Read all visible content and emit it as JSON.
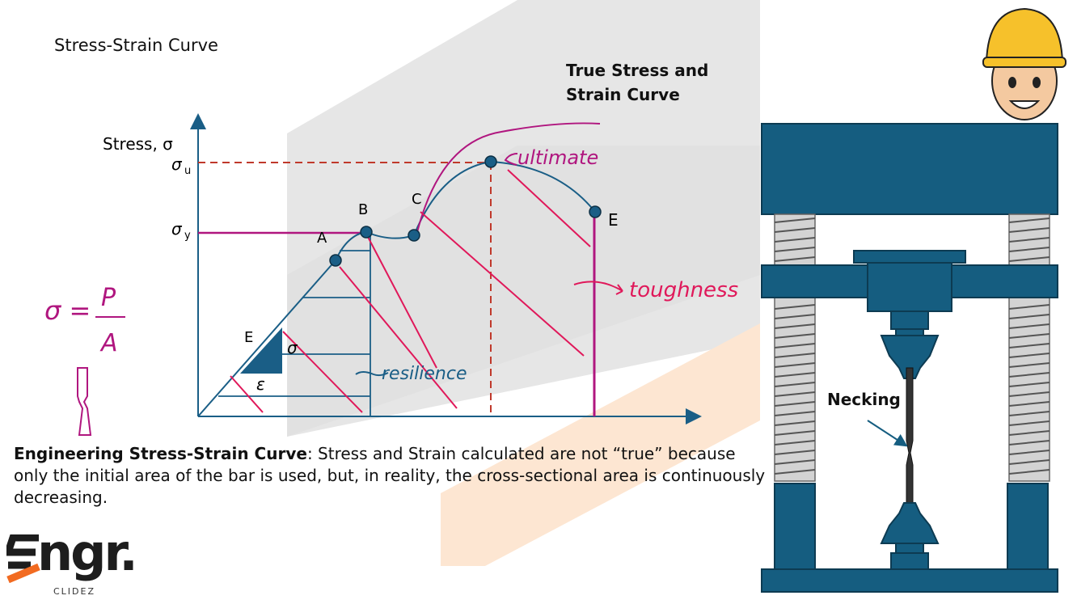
{
  "slide": {
    "title": "Stress-Strain Curve",
    "true_curve_title_line1": "True Stress and",
    "true_curve_title_line2": "Strain Curve"
  },
  "diagram": {
    "y_axis_label": "Stress, σ",
    "sigma_u_label": "σ",
    "sigma_u_sub": "u",
    "sigma_y_label": "σ",
    "sigma_y_sub": "y",
    "point_labels": {
      "A": "A",
      "B": "B",
      "C": "C",
      "E": "E"
    },
    "modulus_label": "E",
    "triangle_sigma": "σ",
    "triangle_epsilon": "ε"
  },
  "annotations": {
    "ultimate": "ultimate",
    "toughness": "toughness",
    "resilience": "resilience",
    "formula_lhs": "σ =",
    "formula_num": "P",
    "formula_den": "A"
  },
  "description": {
    "bold": "Engineering Stress-Strain Curve",
    "text": ": Stress and Strain calculated are not “true” because only the initial area of the bar is used, but, in reality, the cross-sectional area is continuously decreasing."
  },
  "machine": {
    "necking_label": "Necking"
  },
  "logo": {
    "text": "ngr.",
    "sub": "CLIDEZ"
  },
  "colors": {
    "axis_blue": "#1a5e86",
    "curve_blue": "#1a5e86",
    "dashed_red": "#c0392b",
    "magenta": "#b0167f",
    "pink": "#e0185a",
    "machine_blue": "#155d80",
    "watermark_gray": "#e3e3e3",
    "watermark_orange": "#fbe2cc",
    "logo_orange": "#f26b21"
  }
}
